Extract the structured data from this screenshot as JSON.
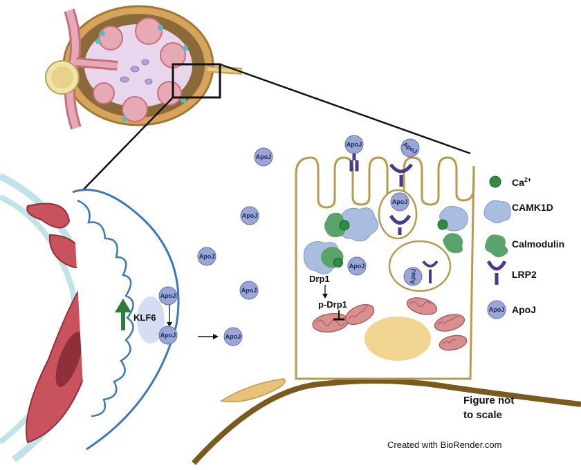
{
  "labels": {
    "apoj": "ApoJ",
    "klf6": "KLF6",
    "drp1": "Drp1",
    "p_drp1": "p-Drp1",
    "ca": "Ca",
    "ca_sup": "2+"
  },
  "legend": {
    "items": [
      {
        "icon": "calcium-icon",
        "label": "Ca",
        "sup": "2+"
      },
      {
        "icon": "camk1d-icon",
        "label": "CAMK1D"
      },
      {
        "icon": "calmodulin-icon",
        "label": "Calmodulin"
      },
      {
        "icon": "lrp2-icon",
        "label": "LRP2"
      },
      {
        "icon": "apoj-icon",
        "label": "ApoJ"
      }
    ]
  },
  "note": {
    "line1": "Figure not",
    "line2": "to scale"
  },
  "credit": "Created with BioRender.com",
  "colors": {
    "apoj_fill": "#9aa6d6",
    "apoj_stroke": "#5e6bb0",
    "lrp2": "#4a3a8c",
    "camk1d": "#a9bde0",
    "calmodulin": "#5aa36a",
    "calcium": "#2f8a45",
    "cell_border": "#b89a4c",
    "podocyte_border": "#3a78b8",
    "red_cell": "#c9535c",
    "nucleus": "#f1d48f",
    "mitochondria": "#d98f8f",
    "arrow_up": "#2d7d3c",
    "basement": "#7a5a1e"
  }
}
